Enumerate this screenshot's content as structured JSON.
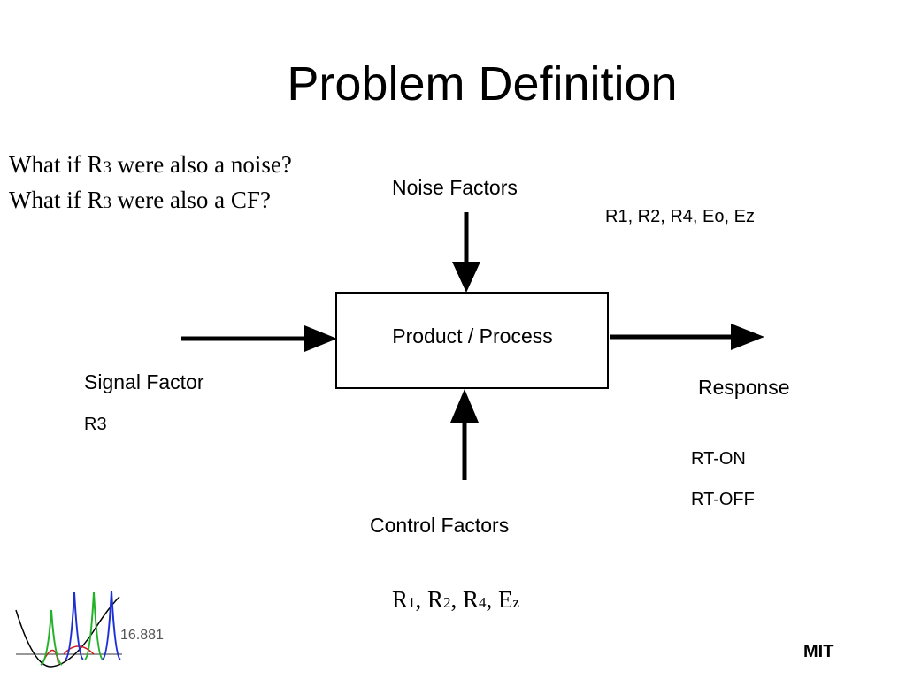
{
  "title": "Problem Definition",
  "questions": [
    {
      "before": "What if R",
      "sub": "3",
      "after": " were also a noise?"
    },
    {
      "before": "What if R",
      "sub": "3",
      "after": " were also a CF?"
    }
  ],
  "noise_factors": {
    "label": "Noise Factors",
    "values": "R1, R2, R4, Eo, Ez"
  },
  "process_box": "Product / Process",
  "signal_factor": {
    "label": "Signal Factor",
    "value": "R3"
  },
  "response": {
    "label": "Response",
    "values": [
      "RT-ON",
      "RT-OFF"
    ]
  },
  "control_factors": {
    "label": "Control Factors",
    "values": [
      {
        "base": "R",
        "sub": "1",
        "sep": ", "
      },
      {
        "base": "R",
        "sub": "2",
        "sep": ", "
      },
      {
        "base": "R",
        "sub": "4",
        "sep": ", "
      },
      {
        "base": "E",
        "sub": "z",
        "sep": ""
      }
    ]
  },
  "footer": {
    "course": "16.881",
    "org": "MIT"
  },
  "colors": {
    "logo_green": "#22b22a",
    "logo_blue": "#1c2fd6",
    "logo_red": "#d11a1a",
    "logo_black": "#000000"
  }
}
